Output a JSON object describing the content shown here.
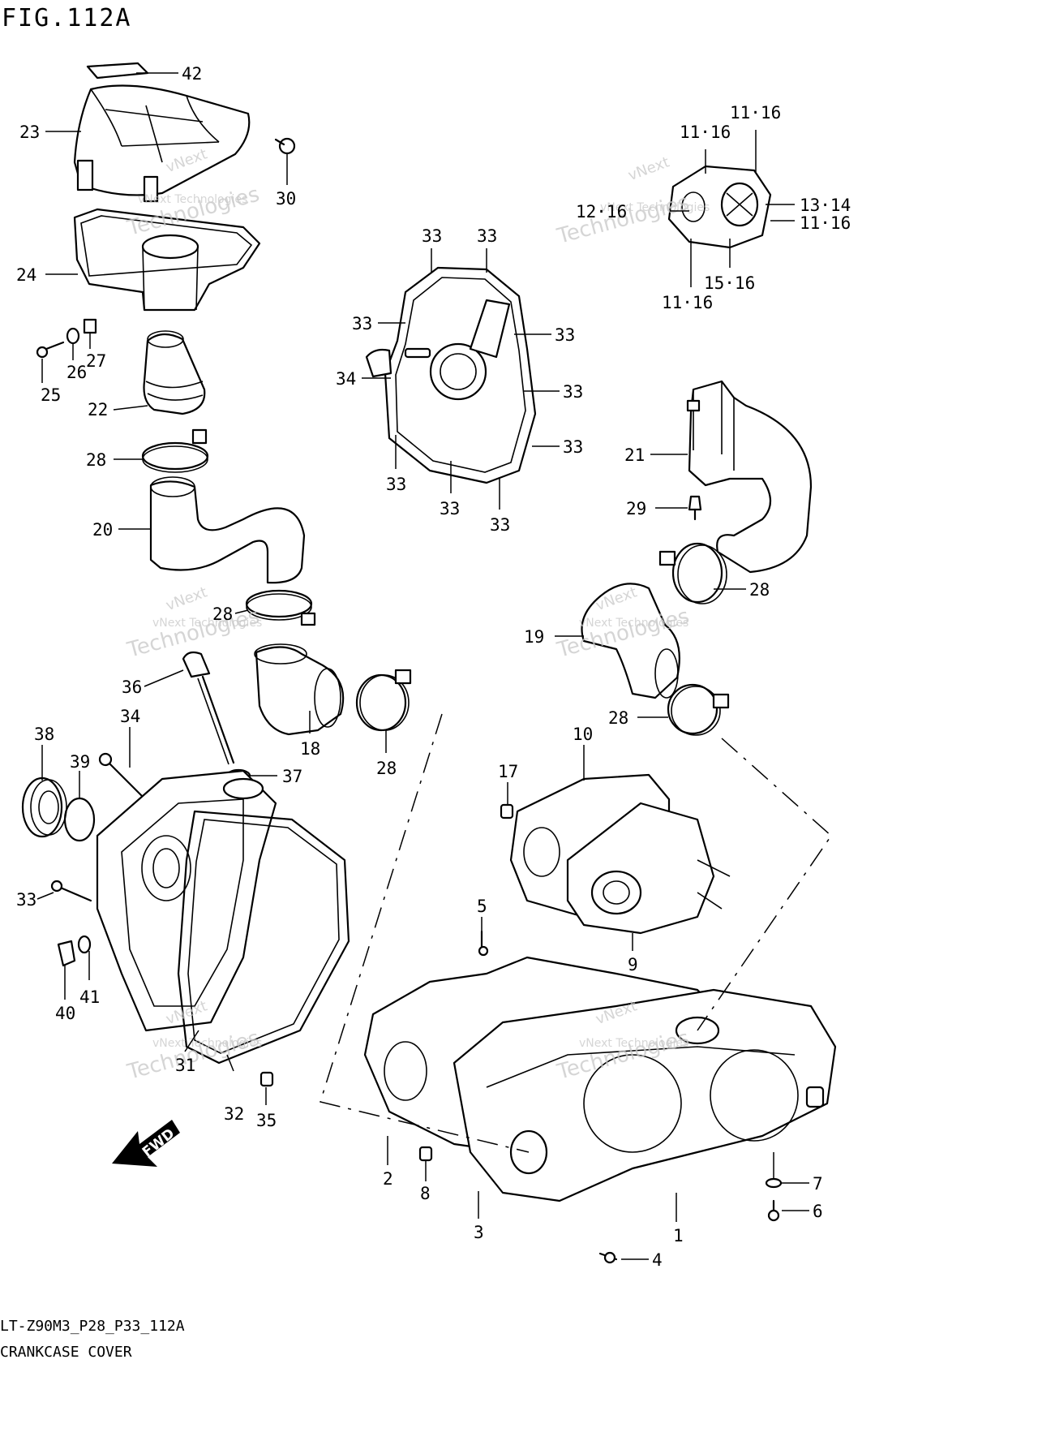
{
  "figure": {
    "title": "FIG.112A",
    "model_code": "LT-Z90M3_P28_P33_112A",
    "caption": "CRANKCASE COVER",
    "direction_badge": "FWD",
    "watermark": [
      "vNext",
      "vNext Technologies",
      "Technologies"
    ]
  },
  "callouts": [
    {
      "id": "c42",
      "text": "42"
    },
    {
      "id": "c23",
      "text": "23"
    },
    {
      "id": "c30",
      "text": "30"
    },
    {
      "id": "c24",
      "text": "24"
    },
    {
      "id": "c25",
      "text": "25"
    },
    {
      "id": "c26",
      "text": "26"
    },
    {
      "id": "c27",
      "text": "27"
    },
    {
      "id": "c22",
      "text": "22"
    },
    {
      "id": "c28a",
      "text": "28"
    },
    {
      "id": "c20",
      "text": "20"
    },
    {
      "id": "c28b",
      "text": "28"
    },
    {
      "id": "c36",
      "text": "36"
    },
    {
      "id": "c18",
      "text": "18"
    },
    {
      "id": "c28c",
      "text": "28"
    },
    {
      "id": "c38",
      "text": "38"
    },
    {
      "id": "c34a",
      "text": "34"
    },
    {
      "id": "c39",
      "text": "39"
    },
    {
      "id": "c37",
      "text": "37"
    },
    {
      "id": "c33a",
      "text": "33"
    },
    {
      "id": "c40",
      "text": "40"
    },
    {
      "id": "c41",
      "text": "41"
    },
    {
      "id": "c31",
      "text": "31"
    },
    {
      "id": "c32",
      "text": "32"
    },
    {
      "id": "c35",
      "text": "35"
    },
    {
      "id": "c33b",
      "text": "33"
    },
    {
      "id": "c33c",
      "text": "33"
    },
    {
      "id": "c33d",
      "text": "33"
    },
    {
      "id": "c33e",
      "text": "33"
    },
    {
      "id": "c34b",
      "text": "34"
    },
    {
      "id": "c33f",
      "text": "33"
    },
    {
      "id": "c33g",
      "text": "33"
    },
    {
      "id": "c33h",
      "text": "33"
    },
    {
      "id": "c33i",
      "text": "33"
    },
    {
      "id": "c33j",
      "text": "33"
    },
    {
      "id": "c11a",
      "text": "11·16"
    },
    {
      "id": "c11b",
      "text": "11·16"
    },
    {
      "id": "c12",
      "text": "12·16"
    },
    {
      "id": "c13",
      "text": "13·14"
    },
    {
      "id": "c11c",
      "text": "11·16"
    },
    {
      "id": "c15",
      "text": "15·16"
    },
    {
      "id": "c11d",
      "text": "11·16"
    },
    {
      "id": "c21",
      "text": "21"
    },
    {
      "id": "c29",
      "text": "29"
    },
    {
      "id": "c28d",
      "text": "28"
    },
    {
      "id": "c19",
      "text": "19"
    },
    {
      "id": "c28e",
      "text": "28"
    },
    {
      "id": "c10",
      "text": "10"
    },
    {
      "id": "c17",
      "text": "17"
    },
    {
      "id": "c9",
      "text": "9"
    },
    {
      "id": "c5",
      "text": "5"
    },
    {
      "id": "c2",
      "text": "2"
    },
    {
      "id": "c8",
      "text": "8"
    },
    {
      "id": "c3",
      "text": "3"
    },
    {
      "id": "c1",
      "text": "1"
    },
    {
      "id": "c4",
      "text": "4"
    },
    {
      "id": "c7",
      "text": "7"
    },
    {
      "id": "c6",
      "text": "6"
    }
  ]
}
